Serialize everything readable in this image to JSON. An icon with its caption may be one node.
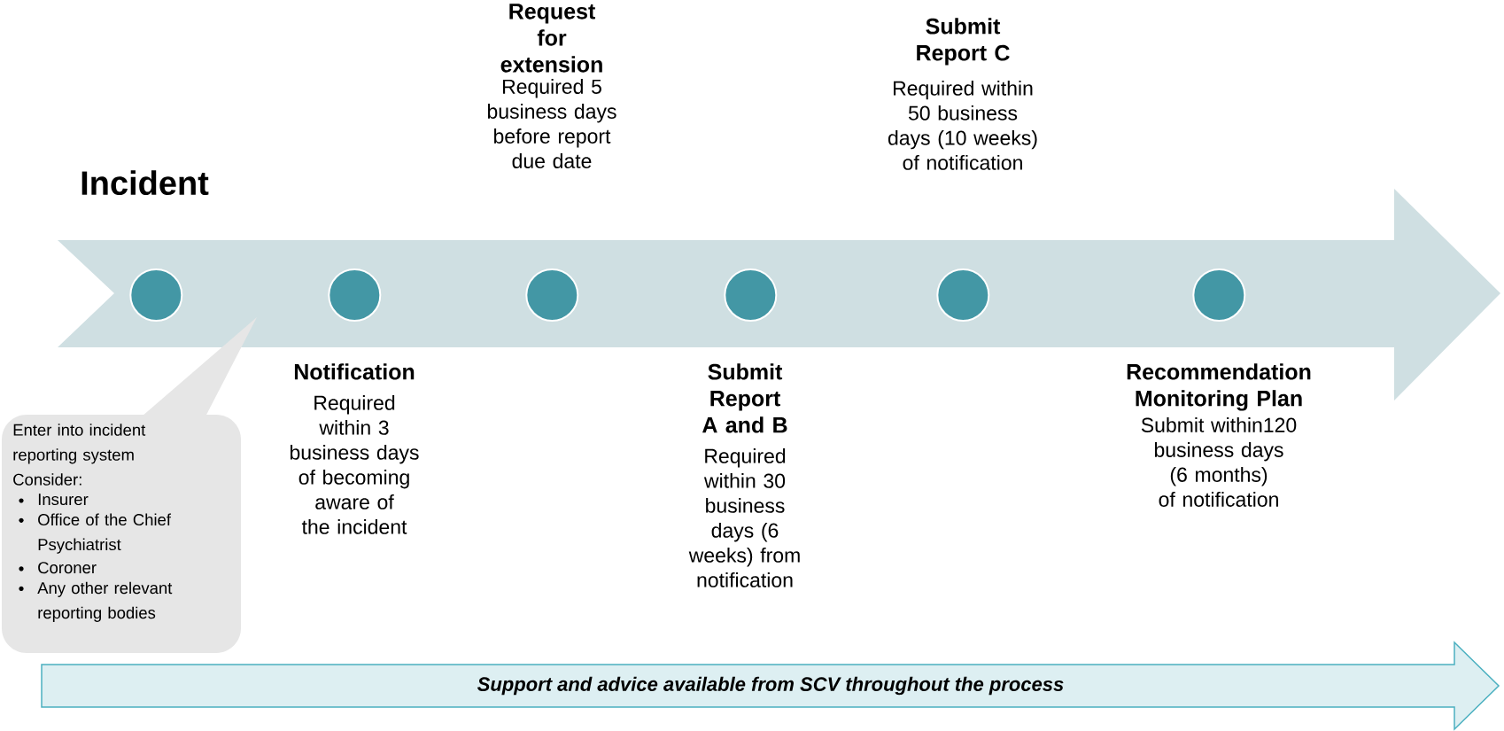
{
  "diagram": {
    "nodes": [
      {
        "text": [],
        "shape": "arrow"
      },
      {
        "text": [],
        "shape": "circle",
        "in": 0,
        "beside": [
          "Incident"
        ]
      },
      {
        "text": [],
        "shape": "circle",
        "in": 0,
        "beside": [
          "Notification",
          "Required within 3 business days of becoming aware of the incident"
        ]
      },
      {
        "text": [],
        "shape": "circle",
        "in": 0,
        "beside": [
          "Request for extension",
          "Required 5 business days before report due date"
        ]
      },
      {
        "text": [],
        "shape": "circle",
        "in": 0,
        "beside": [
          "Submit Report A and B",
          "Required within 30 business days (6 weeks) from notification"
        ]
      },
      {
        "text": [],
        "shape": "circle",
        "in": 0,
        "beside": [
          "Submit Report C",
          "Required within 50 business days (10 weeks) of notification"
        ]
      },
      {
        "text": [],
        "shape": "circle",
        "in": 0,
        "beside": [
          "Recommendation Monitoring Plan",
          "Submit within120 business days (6 months) of notification"
        ]
      },
      {
        "text": [
          "Enter into incident reporting system Consider:",
          "Insurer",
          "Office of the Chief Psychiatrist",
          "Coroner",
          "Any other relevant reporting bodies"
        ]
      },
      {
        "text": [
          "Support and advice available from SCV throughout the process"
        ]
      }
    ]
  }
}
